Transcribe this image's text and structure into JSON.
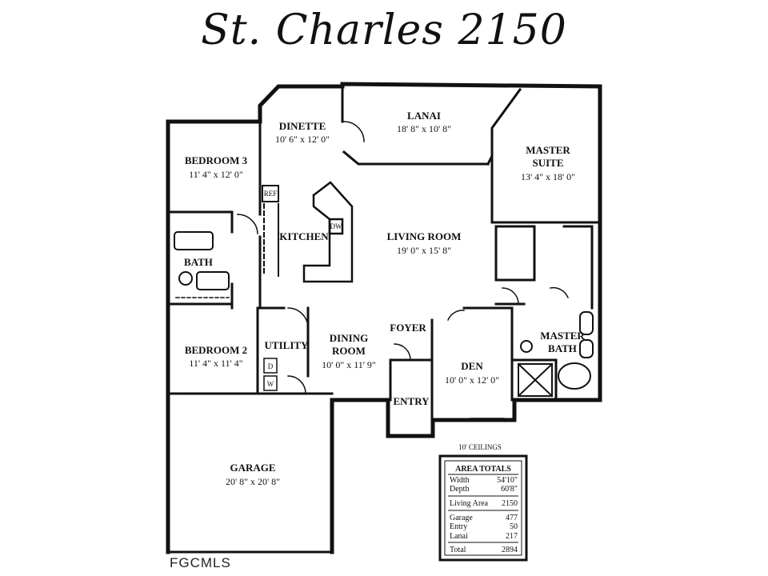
{
  "title": "St. Charles 2150",
  "watermark": "FGCMLS",
  "ceilings_note": "10' CEILINGS",
  "rooms": [
    {
      "key": "dinette",
      "name": "DINETTE",
      "dims": "10' 6\" x 12' 0\""
    },
    {
      "key": "lanai",
      "name": "LANAI",
      "dims": "18' 8\" x 10' 8\""
    },
    {
      "key": "bedroom3",
      "name": "BEDROOM 3",
      "dims": "11' 4\" x 12' 0\""
    },
    {
      "key": "master_suite",
      "name_line1": "MASTER",
      "name_line2": "SUITE",
      "dims": "13' 4\" x 18' 0\""
    },
    {
      "key": "kitchen",
      "name": "KITCHEN"
    },
    {
      "key": "living_room",
      "name": "LIVING ROOM",
      "dims": "19' 0\" x 15' 8\""
    },
    {
      "key": "bath",
      "name": "BATH"
    },
    {
      "key": "foyer",
      "name": "FOYER"
    },
    {
      "key": "utility",
      "name": "UTILITY"
    },
    {
      "key": "dining_room",
      "name_line1": "DINING",
      "name_line2": "ROOM",
      "dims": "10' 0\" x 11' 9\""
    },
    {
      "key": "bedroom2",
      "name": "BEDROOM 2",
      "dims": "11' 4\" x 11' 4\""
    },
    {
      "key": "master_bath",
      "name_line1": "MASTER",
      "name_line2": "BATH"
    },
    {
      "key": "den",
      "name": "DEN",
      "dims": "10' 0\" x 12' 0\""
    },
    {
      "key": "entry",
      "name": "ENTRY"
    },
    {
      "key": "garage",
      "name": "GARAGE",
      "dims": "20' 8\" x 20' 8\""
    }
  ],
  "fixtures": {
    "ref": "REF",
    "dw": "DW",
    "dryer": "D",
    "washer": "W"
  },
  "area_totals": {
    "heading": "AREA TOTALS",
    "rows": [
      {
        "label": "Width",
        "value": "54'10\""
      },
      {
        "label": "Depth",
        "value": "60'8\""
      },
      {
        "label": "Living Area",
        "value": "2150"
      },
      {
        "label": "Garage",
        "value": "477"
      },
      {
        "label": "Entry",
        "value": "50"
      },
      {
        "label": "Lanai",
        "value": "217"
      },
      {
        "label": "Total",
        "value": "2894"
      }
    ]
  }
}
